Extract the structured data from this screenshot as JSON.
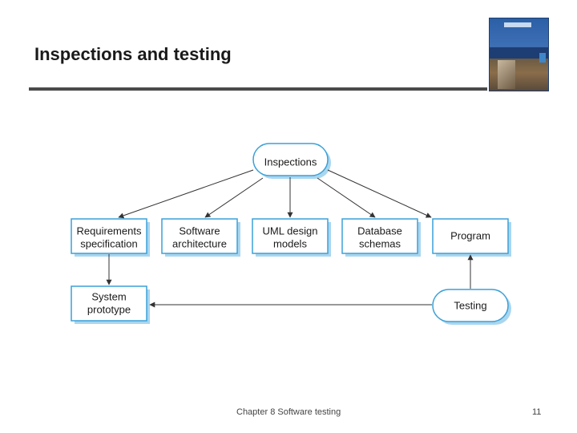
{
  "slide": {
    "title": "Inspections and testing",
    "footer_text": "Chapter 8 Software testing",
    "page_number": "11"
  },
  "diagram": {
    "nodes": {
      "inspections": "Inspections",
      "requirements_line1": "Requirements",
      "requirements_line2": "specification",
      "architecture_line1": "Software",
      "architecture_line2": "architecture",
      "uml_line1": "UML design",
      "uml_line2": "models",
      "database_line1": "Database",
      "database_line2": "schemas",
      "program": "Program",
      "prototype_line1": "System",
      "prototype_line2": "prototype",
      "testing": "Testing"
    },
    "colors": {
      "box_stroke": "#3aa0d8",
      "box_shadow": "#a9d6ef",
      "arrow": "#333333"
    }
  }
}
